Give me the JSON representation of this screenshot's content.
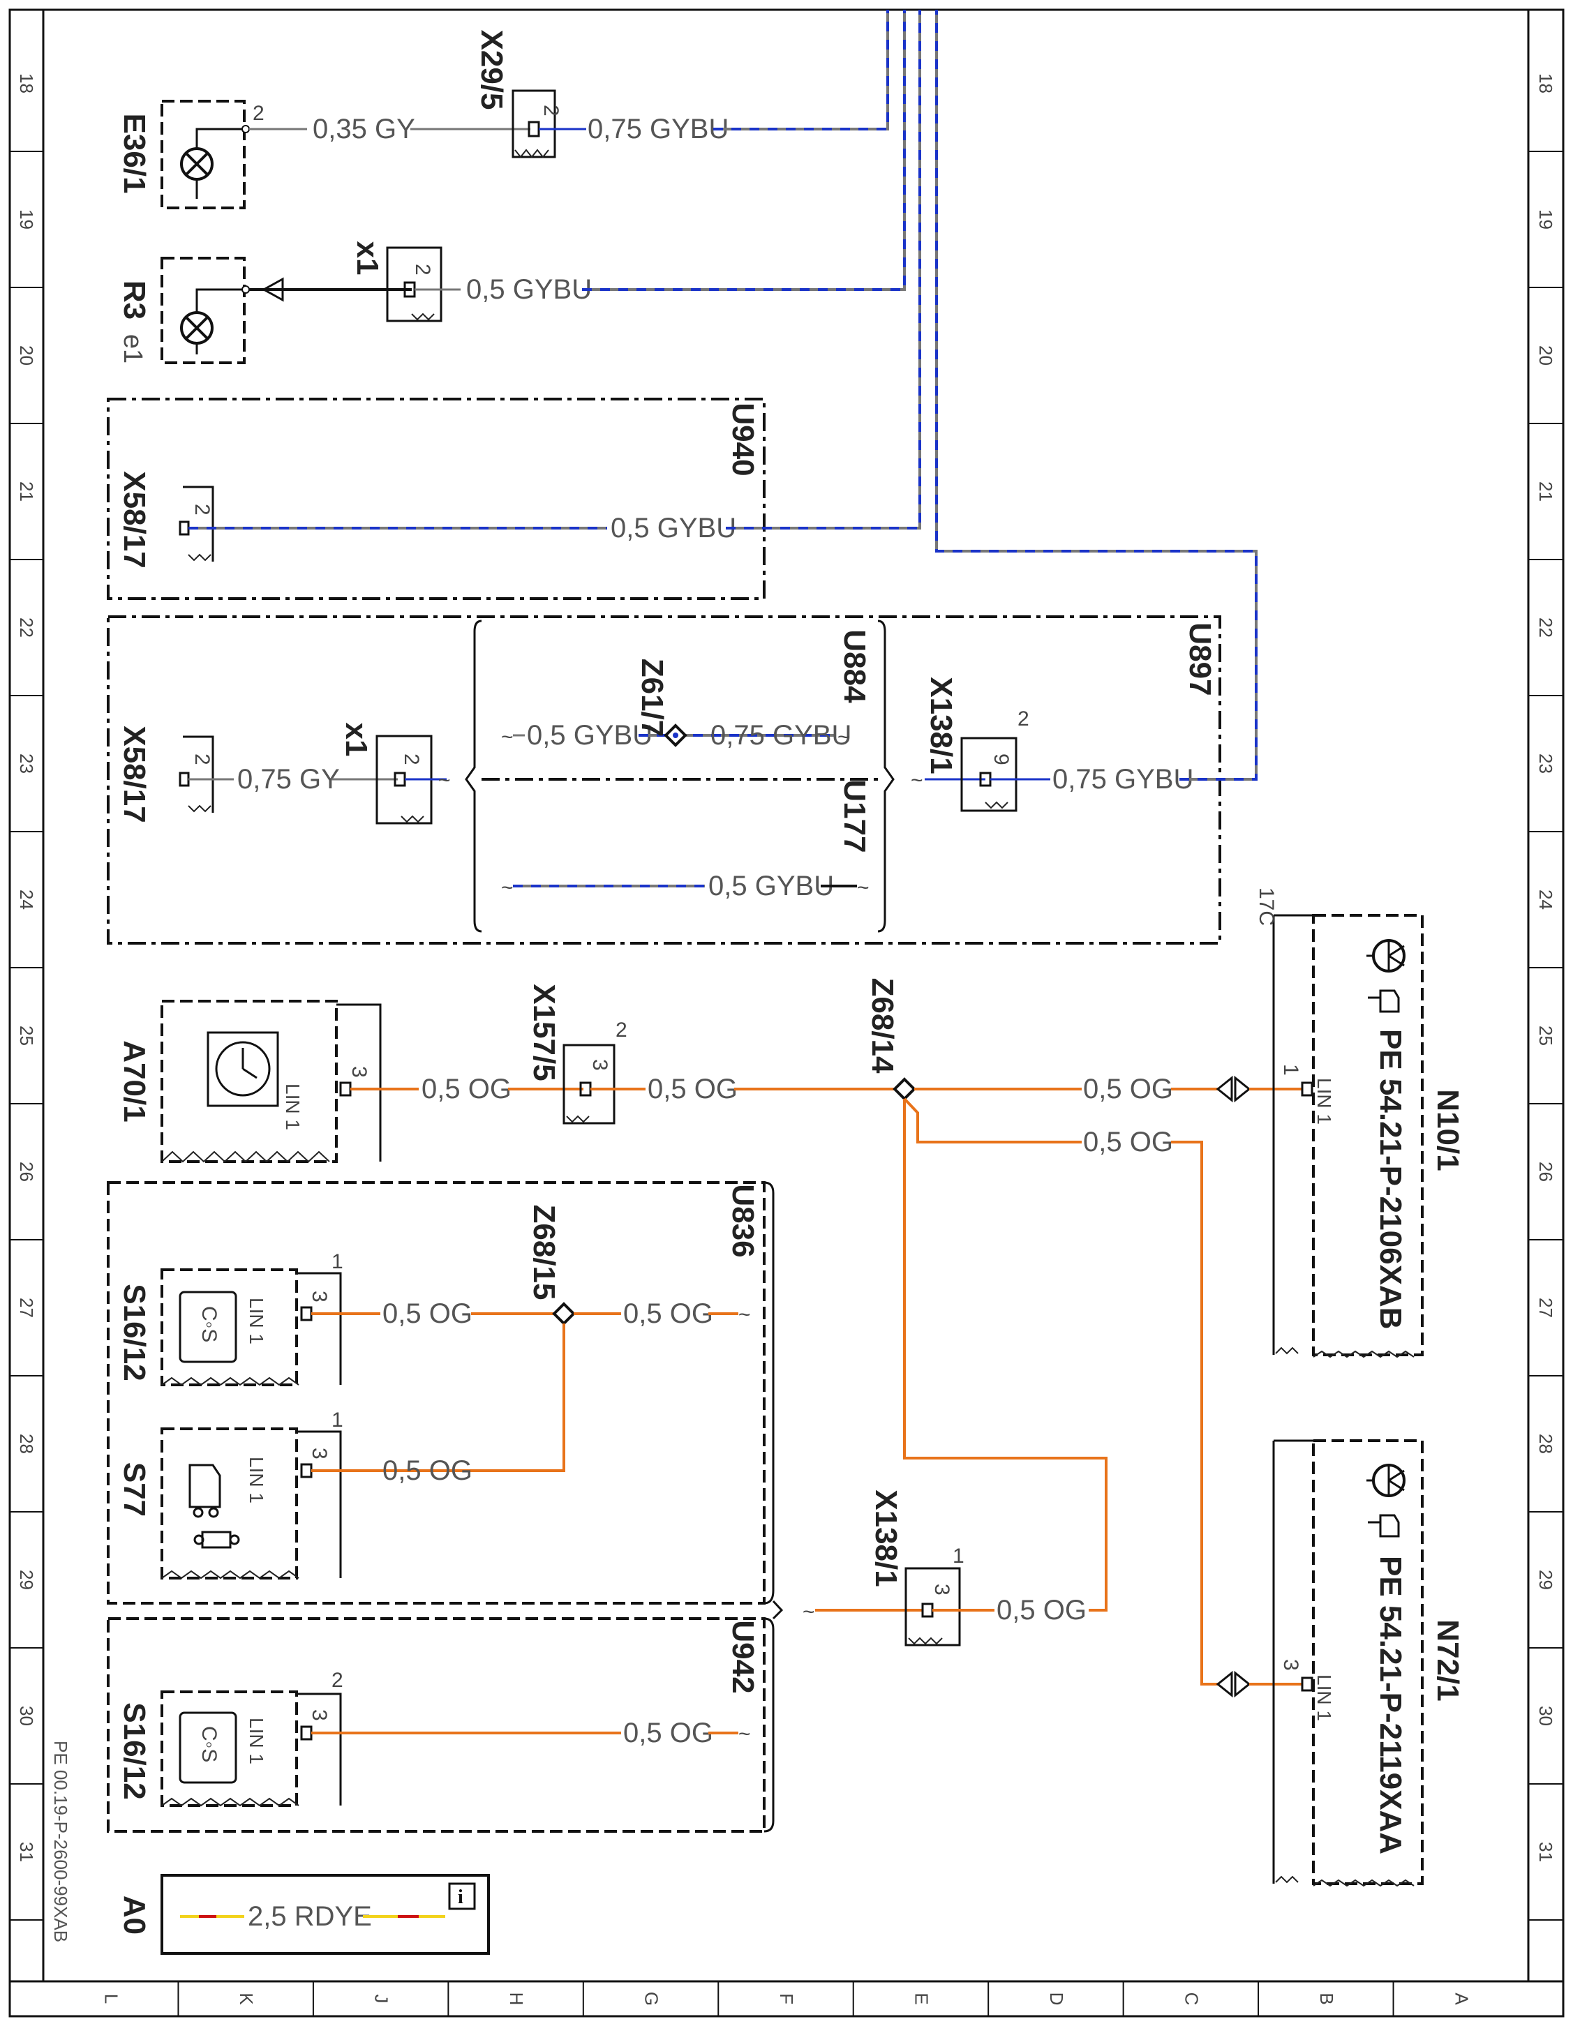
{
  "doc_ref": "PE 00.19-P-2600-99XAB",
  "row_numbers": [
    "18",
    "19",
    "20",
    "21",
    "22",
    "23",
    "24",
    "25",
    "26",
    "27",
    "28",
    "29",
    "30",
    "31"
  ],
  "column_letters": [
    "L",
    "K",
    "J",
    "H",
    "G",
    "F",
    "E",
    "D",
    "C",
    "B",
    "A"
  ],
  "components": {
    "E36_1": "E36/1",
    "R3": "R3",
    "R3_sub": "e1",
    "X58_17_a": "X58/17",
    "X58_17_b": "X58/17",
    "A70_1": "A70/1",
    "S16_12_a": "S16/12",
    "S77": "S77",
    "S16_12_b": "S16/12",
    "A0": "A0",
    "N10_1": "N10/1",
    "N72_1": "N72/1"
  },
  "connectors": {
    "X29_5": "X29/5",
    "x1_a": "x1",
    "x1_b": "x1",
    "Z61_7": "Z61/7",
    "X138_1_a": "X138/1",
    "X157_5": "X157/5",
    "Z68_14": "Z68/14",
    "Z68_15": "Z68/15",
    "X138_1_b": "X138/1"
  },
  "units": {
    "U940": "U940",
    "U884": "U884",
    "U897": "U897",
    "U177": "U177",
    "U836": "U836",
    "U942": "U942"
  },
  "pins": {
    "p2": "2",
    "p3": "3",
    "p1": "1",
    "p9": "9",
    "p17c": "17C",
    "lin1": "LIN 1"
  },
  "wires": {
    "w_035gy": "0,35 GY",
    "w_075gybu": "0,75 GYBU",
    "w_05gybu": "0,5 GYBU",
    "w_075gy": "0,75 GY",
    "w_05og": "0,5 OG",
    "w_25rdye": "2,5 RDYE"
  },
  "references": {
    "n10_ref": "PE 54.21-P-2106XAB",
    "n72_ref": "PE 54.21-P-2119XAA"
  },
  "colors": {
    "orange": "#e8731a",
    "gray": "#777777",
    "blue": "#1a33c8",
    "red": "#cc1111",
    "yellow": "#f2d21a"
  },
  "icons": [
    "lamp-icon",
    "clock-icon",
    "switch-icon",
    "vehicle-lock-icon",
    "transistor-icon",
    "pointing-hand-icon",
    "info-icon",
    "plug-icon"
  ]
}
